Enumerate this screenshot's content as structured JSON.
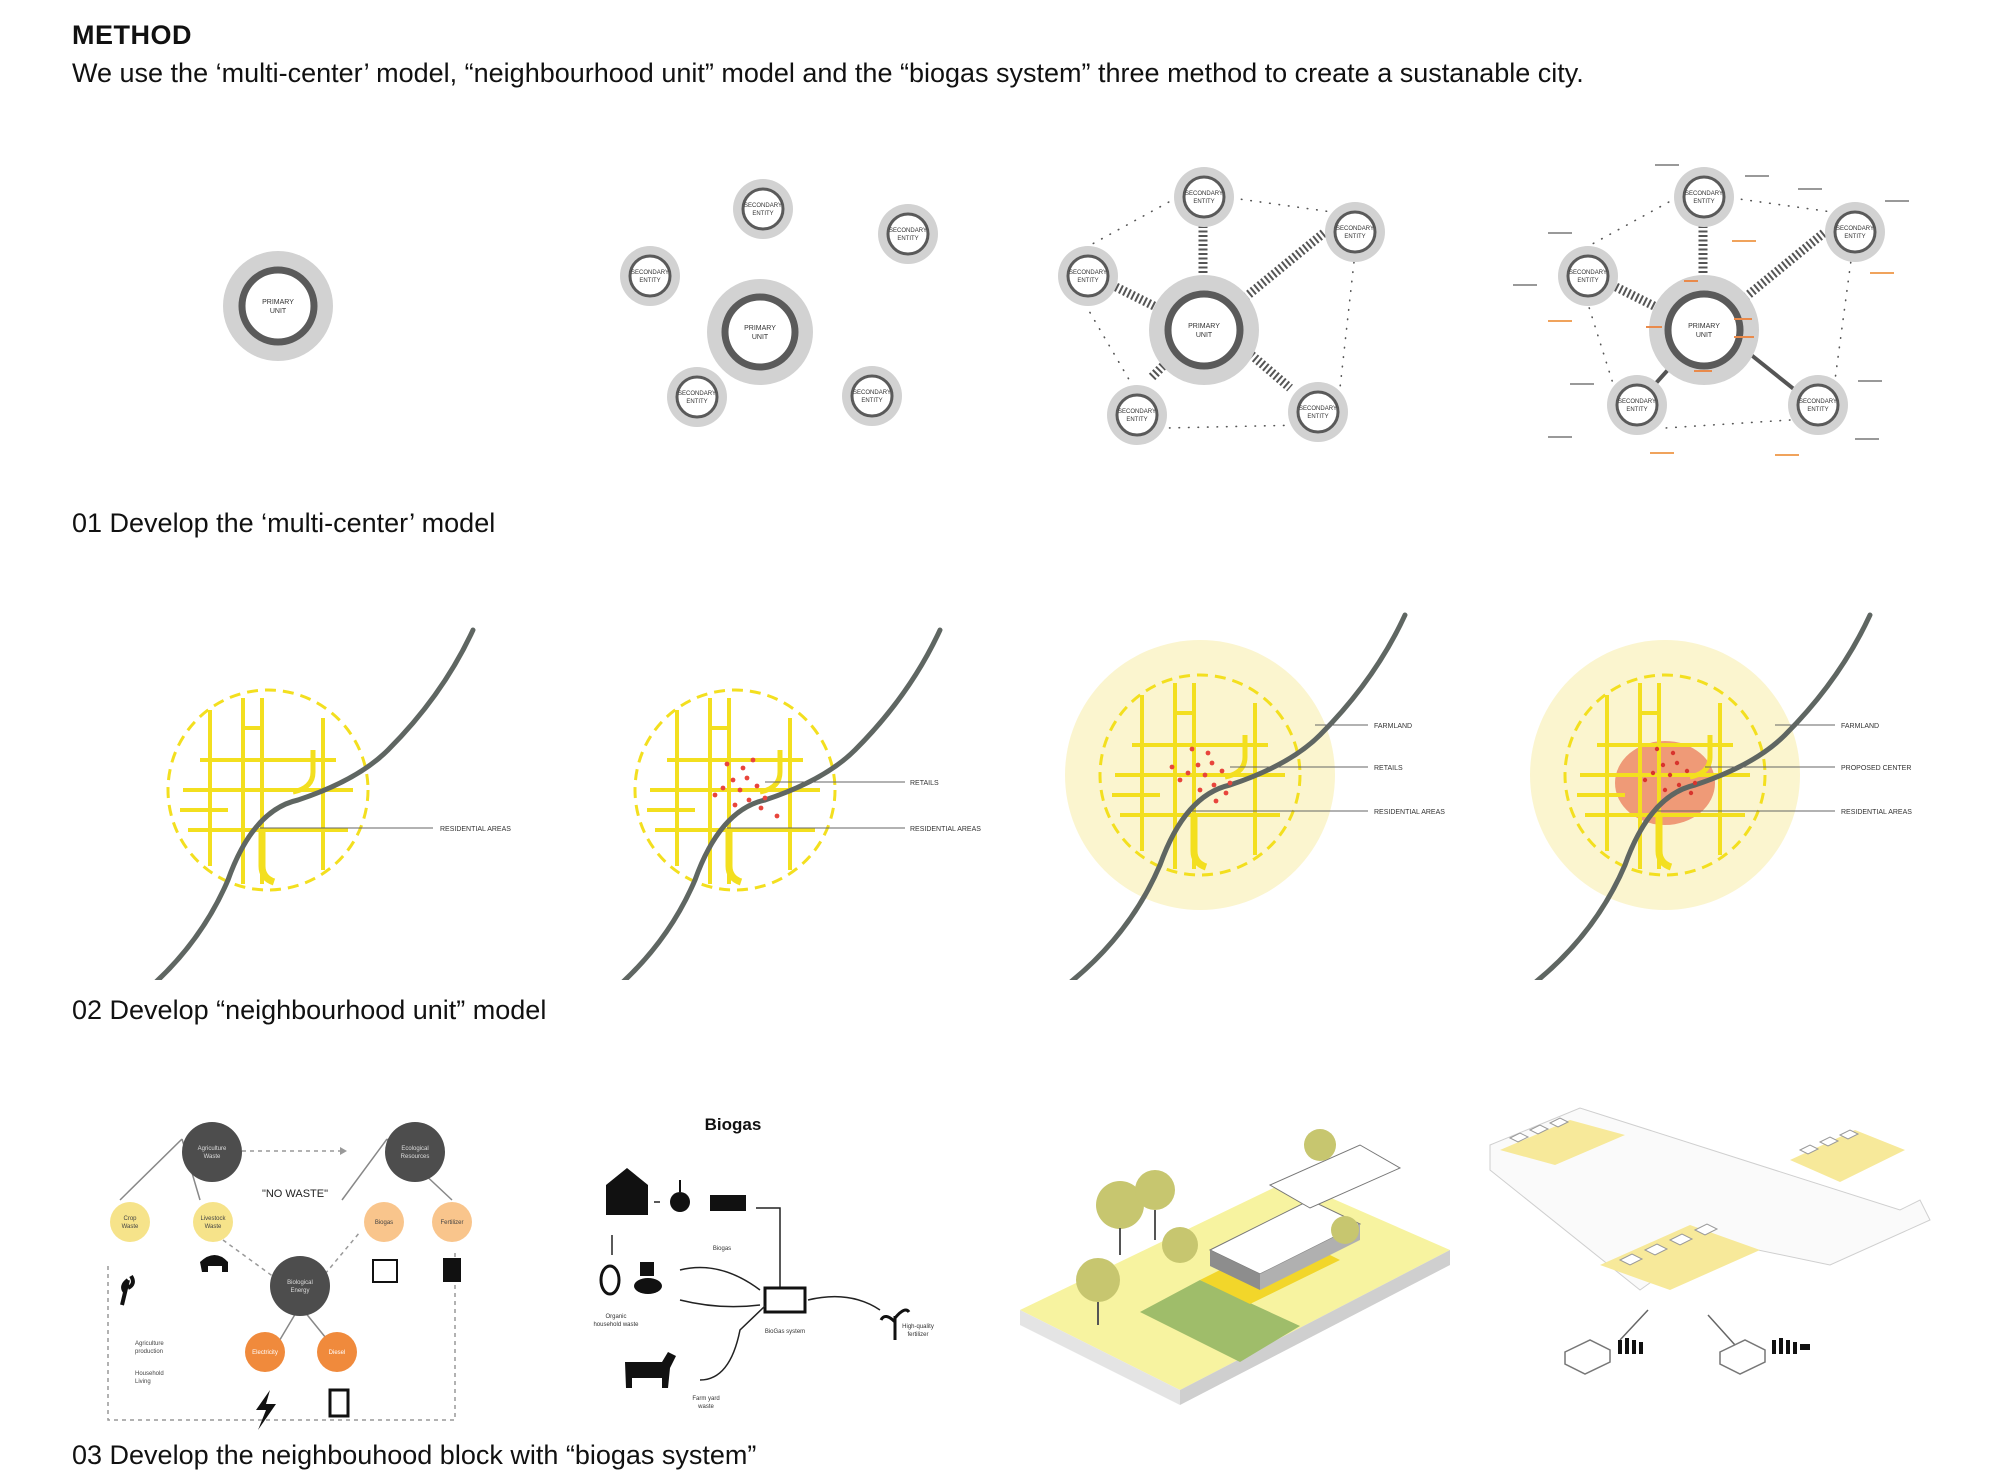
{
  "header": {
    "title": "METHOD",
    "intro": "We use the ‘multi-center’ model, “neighbourhood unit” model and the “biogas system”  three method to create a sustanable city."
  },
  "section1": {
    "caption": "01  Develop the ‘multi-center’ model",
    "primary_label": [
      "PRIMARY",
      "UNIT"
    ],
    "secondary_label": [
      "SECONDARY",
      "ENTITY"
    ]
  },
  "section2": {
    "caption": "02  Develop “neighbourhood unit” model",
    "labels": {
      "residential": "RESIDENTIAL AREAS",
      "retails": "RETAILS",
      "farmland": "FARMLAND",
      "proposed_center": "PROPOSED CENTER"
    }
  },
  "section3": {
    "caption": "03 Develop the neighbouhood block with “biogas system”",
    "cycle": {
      "no_waste": "\"NO WASTE\"",
      "agri_waste": [
        "Agriculture",
        "Waste"
      ],
      "eco_resources": [
        "Ecological",
        "Resources"
      ],
      "bio_energy": [
        "Biological",
        "Energy"
      ],
      "crop_waste": [
        "Crop",
        "Waste"
      ],
      "livestock_waste": [
        "Livestock",
        "Waste"
      ],
      "biogas": "Biogas",
      "fertilizer": "Fertilizer",
      "electricity": "Electricity",
      "diesel": "Diesel",
      "agri_production": [
        "Agriculture",
        "production"
      ],
      "household_living": [
        "Household",
        "Living"
      ]
    },
    "biogas_diagram": {
      "title": "Biogas",
      "biogas_label": "Biogas",
      "organic": [
        "Organic",
        "household waste"
      ],
      "system": "BioGas system",
      "fertilizer": [
        "High-quality",
        "fertilizer"
      ],
      "farmyard": [
        "Farm yard",
        "waste"
      ]
    }
  },
  "colors": {
    "yellow": "#f7e31e",
    "dark_gray": "#5a5a5a",
    "ring_gray": "#d2d2d2",
    "road": "#5f6662",
    "retail_red": "#e8453c",
    "glow": "#fbf5cf",
    "center_orange": "#ef9a77",
    "orange": "#f08a3c",
    "pale_yellow": "#f6e38a",
    "cycle_dark": "#4d4d4d"
  }
}
